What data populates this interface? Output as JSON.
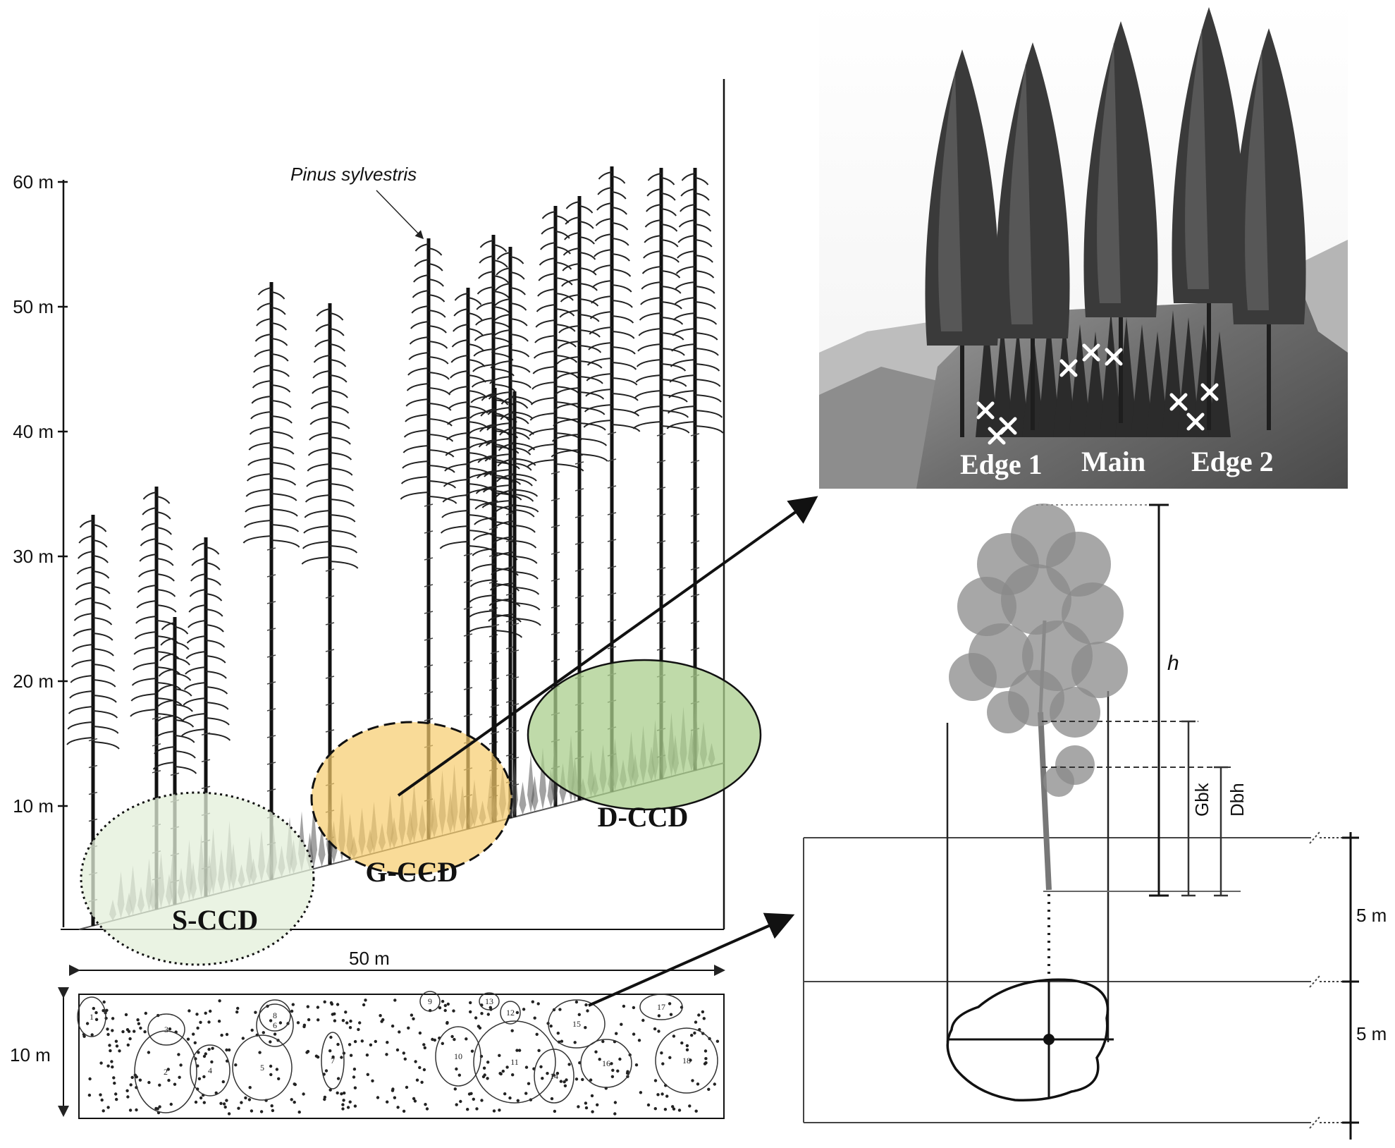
{
  "profile": {
    "species_label": "Pinus sylvestris",
    "y_ticks": [
      "60 m",
      "50 m",
      "40 m",
      "30 m",
      "20 m",
      "10 m"
    ],
    "width_label": "50 m",
    "depth_label": "10 m"
  },
  "zones": [
    {
      "label": "S-CCD",
      "color": "#e3efd9"
    },
    {
      "label": "G-CCD",
      "color": "#f6cc6c"
    },
    {
      "label": "D-CCD",
      "color": "#a9cd8c"
    }
  ],
  "plot_map": {
    "crown_numbers": [
      "1",
      "2",
      "3",
      "4",
      "5",
      "6",
      "7",
      "8",
      "9",
      "10",
      "11",
      "12",
      "13",
      "14",
      "15",
      "16",
      "17",
      "18"
    ]
  },
  "photo": {
    "labels": [
      "Edge 1",
      "Main",
      "Edge 2"
    ]
  },
  "measurement": {
    "height_label": "h",
    "crown_base_label": "Gbk",
    "dbh_label": "Dbh",
    "plot_upper_label": "5 m",
    "plot_lower_label": "5 m"
  }
}
